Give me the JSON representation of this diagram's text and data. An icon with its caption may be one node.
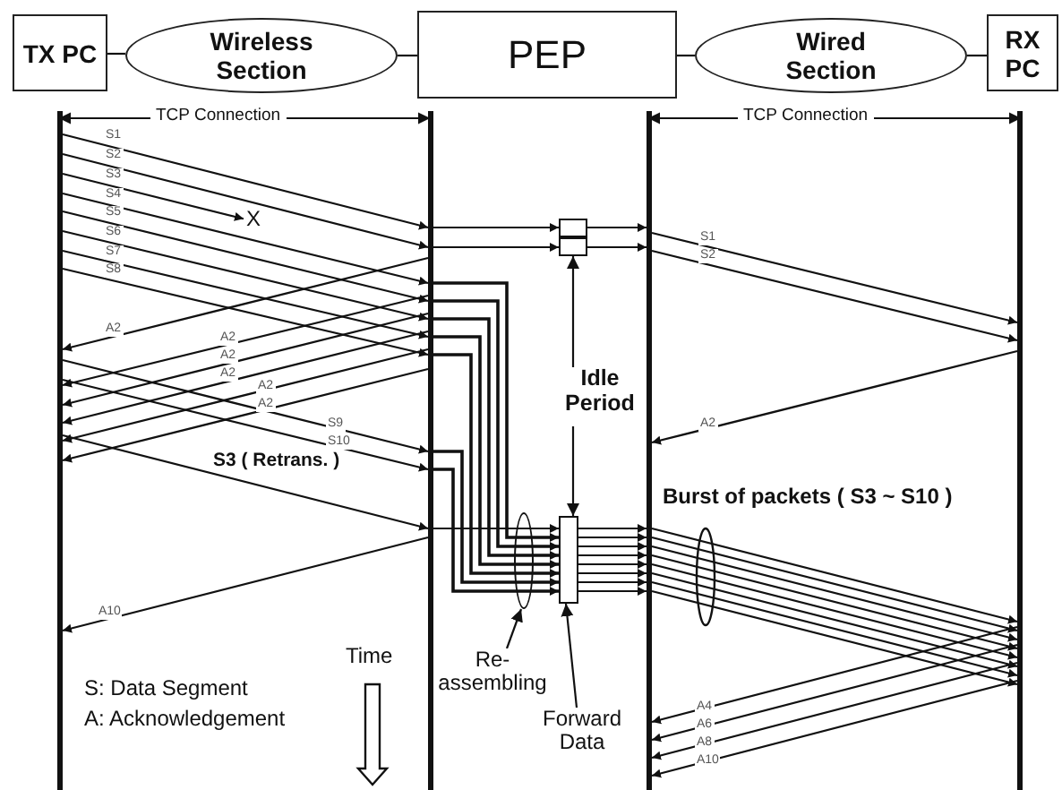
{
  "diagram": {
    "nodes": [
      {
        "text": [
          "TX PC"
        ]
      },
      {
        "text": [
          "Wireless Section"
        ]
      },
      {
        "text": [
          "PEP"
        ]
      },
      {
        "text": [
          "Wired Section"
        ]
      },
      {
        "text": [
          "RX PC"
        ]
      },
      {
        "text": [],
        "shape": "line"
      },
      {
        "text": [],
        "shape": "line"
      },
      {
        "text": [],
        "shape": "line"
      },
      {
        "text": [],
        "shape": "line"
      },
      {
        "text": [],
        "shape": "box"
      },
      {
        "text": [],
        "shape": "ellipse"
      },
      {
        "text": [],
        "shape": "box"
      },
      {
        "text": [
          "Idle Period"
        ]
      },
      {
        "text": [
          "Re-assembling"
        ]
      },
      {
        "text": [
          "Forward Data"
        ]
      },
      {
        "text": [
          "X"
        ]
      }
    ],
    "edges": [
      {
        "from": 0,
        "to": 1,
        "arrow": "none"
      },
      {
        "from": 1,
        "to": 2,
        "arrow": "none"
      },
      {
        "from": 2,
        "to": 3,
        "arrow": "none"
      },
      {
        "from": 3,
        "to": 4,
        "arrow": "none"
      },
      {
        "from": 5,
        "to": 6,
        "arrow": "to",
        "label": "S1"
      },
      {
        "from": 5,
        "to": 6,
        "arrow": "to",
        "label": "S2"
      },
      {
        "from": 5,
        "to": 15,
        "arrow": "to",
        "label": "S3"
      },
      {
        "from": 5,
        "to": 6,
        "arrow": "to",
        "label": "S4"
      },
      {
        "from": 5,
        "to": 6,
        "arrow": "to",
        "label": "S5"
      },
      {
        "from": 5,
        "to": 6,
        "arrow": "to",
        "label": "S6"
      },
      {
        "from": 5,
        "to": 6,
        "arrow": "to",
        "label": "S7"
      },
      {
        "from": 5,
        "to": 6,
        "arrow": "to",
        "label": "S8"
      },
      {
        "from": 6,
        "to": 5,
        "arrow": "to",
        "label": "A2"
      },
      {
        "from": 6,
        "to": 5,
        "arrow": "to",
        "label": "A2"
      },
      {
        "from": 6,
        "to": 5,
        "arrow": "to",
        "label": "A2"
      },
      {
        "from": 6,
        "to": 5,
        "arrow": "to",
        "label": "A2"
      },
      {
        "from": 6,
        "to": 5,
        "arrow": "to",
        "label": "A2"
      },
      {
        "from": 6,
        "to": 5,
        "arrow": "to",
        "label": "A2"
      },
      {
        "from": 5,
        "to": 6,
        "arrow": "to",
        "label": "S9"
      },
      {
        "from": 5,
        "to": 6,
        "arrow": "to",
        "label": "S10"
      },
      {
        "from": 5,
        "to": 6,
        "arrow": "to",
        "label": "S3 ( Retrans. )"
      },
      {
        "from": 6,
        "to": 5,
        "arrow": "to",
        "label": "A10"
      },
      {
        "from": 7,
        "to": 8,
        "arrow": "to",
        "label": "S1"
      },
      {
        "from": 7,
        "to": 8,
        "arrow": "to",
        "label": "S2"
      },
      {
        "from": 8,
        "to": 7,
        "arrow": "to",
        "label": "A2"
      },
      {
        "from": 7,
        "to": 8,
        "arrow": "to"
      },
      {
        "from": 7,
        "to": 8,
        "arrow": "to"
      },
      {
        "from": 7,
        "to": 8,
        "arrow": "to"
      },
      {
        "from": 7,
        "to": 8,
        "arrow": "to"
      },
      {
        "from": 7,
        "to": 8,
        "arrow": "to"
      },
      {
        "from": 7,
        "to": 8,
        "arrow": "to"
      },
      {
        "from": 7,
        "to": 8,
        "arrow": "to"
      },
      {
        "from": 7,
        "to": 8,
        "arrow": "to"
      },
      {
        "from": 8,
        "to": 7,
        "arrow": "to",
        "label": "A4"
      },
      {
        "from": 8,
        "to": 7,
        "arrow": "to",
        "label": "A6"
      },
      {
        "from": 8,
        "to": 7,
        "arrow": "to",
        "label": "A8"
      },
      {
        "from": 8,
        "to": 7,
        "arrow": "to",
        "label": "A10"
      },
      {
        "from": 6,
        "to": 9,
        "arrow": "to"
      },
      {
        "from": 6,
        "to": 9,
        "arrow": "to"
      },
      {
        "from": 9,
        "to": 7,
        "arrow": "to"
      },
      {
        "from": 9,
        "to": 7,
        "arrow": "to"
      },
      {
        "from": 6,
        "to": 11,
        "arrow": "to"
      },
      {
        "from": 6,
        "to": 11,
        "arrow": "to"
      },
      {
        "from": 6,
        "to": 11,
        "arrow": "to"
      },
      {
        "from": 6,
        "to": 11,
        "arrow": "to"
      },
      {
        "from": 6,
        "to": 11,
        "arrow": "to"
      },
      {
        "from": 6,
        "to": 11,
        "arrow": "to"
      },
      {
        "from": 6,
        "to": 11,
        "arrow": "to"
      },
      {
        "from": 6,
        "to": 11,
        "arrow": "to"
      },
      {
        "from": 11,
        "to": 7,
        "arrow": "to"
      },
      {
        "from": 11,
        "to": 7,
        "arrow": "to"
      },
      {
        "from": 11,
        "to": 7,
        "arrow": "to"
      },
      {
        "from": 11,
        "to": 7,
        "arrow": "to"
      },
      {
        "from": 11,
        "to": 7,
        "arrow": "to"
      },
      {
        "from": 11,
        "to": 7,
        "arrow": "to"
      },
      {
        "from": 11,
        "to": 7,
        "arrow": "to"
      },
      {
        "from": 11,
        "to": 7,
        "arrow": "to"
      },
      {
        "from": 12,
        "to": 9,
        "arrow": "to"
      },
      {
        "from": 12,
        "to": 11,
        "arrow": "to"
      },
      {
        "from": 13,
        "to": 10,
        "arrow": "to"
      },
      {
        "from": 14,
        "to": 11,
        "arrow": "to"
      }
    ],
    "labels": [
      "TCP Connection",
      "TCP Connection",
      "Burst of packets ( S3 ~ S10 )",
      "Time",
      "S: Data Segment",
      "A: Acknowledgement"
    ]
  }
}
